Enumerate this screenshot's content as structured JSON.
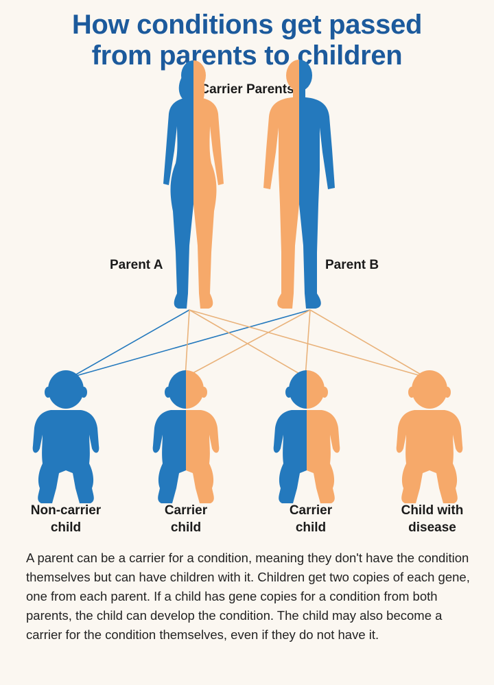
{
  "title_line1": "How conditions get passed",
  "title_line2": "from parents to children",
  "subtitle": "Carrier Parents",
  "parents": [
    {
      "label": "Parent A"
    },
    {
      "label": "Parent B"
    }
  ],
  "children": [
    {
      "line1": "Non-carrier",
      "line2": "child",
      "status": "non-carrier"
    },
    {
      "line1": "Carrier",
      "line2": "child",
      "status": "carrier"
    },
    {
      "line1": "Carrier",
      "line2": "child",
      "status": "carrier"
    },
    {
      "line1": "Child with",
      "line2": "disease",
      "status": "affected"
    }
  ],
  "description": "A parent can be a carrier for a condition, meaning they don't have the condition themselves but can have children with it. Children get two copies of each gene, one from each parent. If a child has gene copies for a condition from both parents, the child can develop the condition. The child may also become a carrier for the condition themselves, even if they do not have it.",
  "colors": {
    "title": "#1c5a9c",
    "unaffected_gene": "#2479bd",
    "condition_gene": "#f6a96a",
    "background": "#fbf7f1"
  }
}
